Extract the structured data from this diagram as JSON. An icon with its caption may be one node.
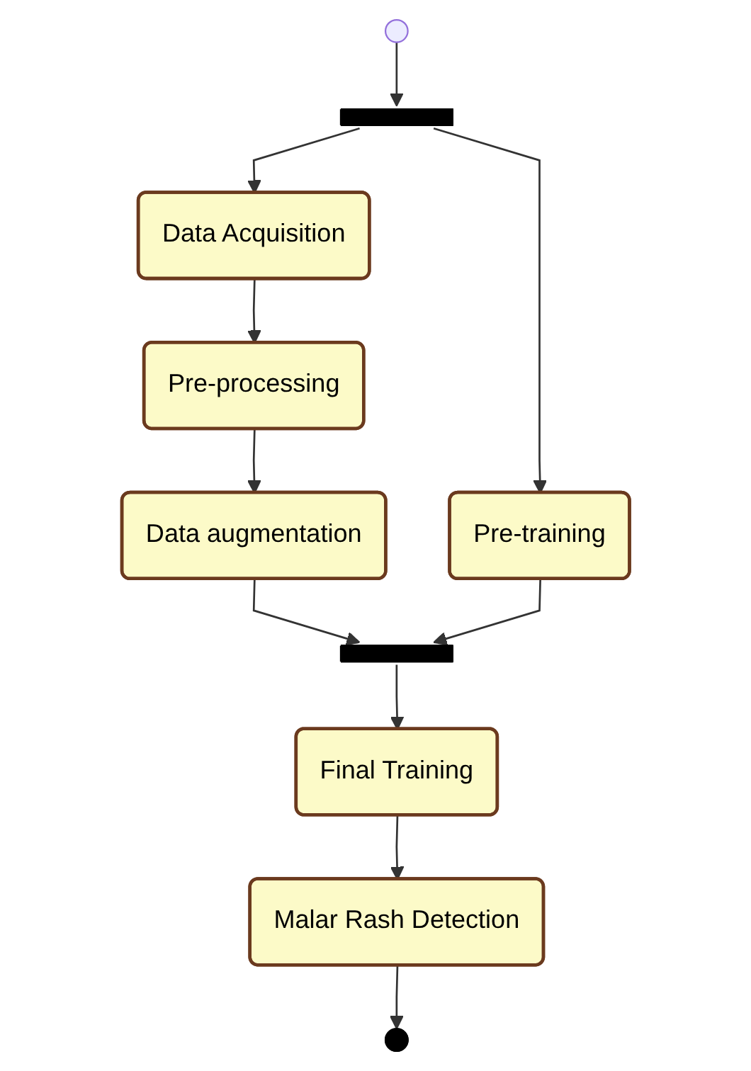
{
  "diagram": {
    "nodes": [
      {
        "text": [],
        "shape": "circle"
      },
      {
        "text": [],
        "shape": "bar"
      },
      {
        "text": [
          "Data Acquisition"
        ]
      },
      {
        "text": [
          "Pre-processing"
        ]
      },
      {
        "text": [
          "Data augmentation"
        ]
      },
      {
        "text": [
          "Pre-training"
        ]
      },
      {
        "text": [],
        "shape": "bar"
      },
      {
        "text": [
          "Final Training"
        ]
      },
      {
        "text": [
          "Malar Rash Detection"
        ]
      },
      {
        "text": [],
        "shape": "circle"
      }
    ],
    "edges": [
      {
        "from": 0,
        "to": 1,
        "arrow": "to"
      },
      {
        "from": 1,
        "to": 2,
        "arrow": "to"
      },
      {
        "from": 1,
        "to": 5,
        "arrow": "to"
      },
      {
        "from": 2,
        "to": 3,
        "arrow": "to"
      },
      {
        "from": 3,
        "to": 4,
        "arrow": "to"
      },
      {
        "from": 4,
        "to": 6,
        "arrow": "to"
      },
      {
        "from": 5,
        "to": 6,
        "arrow": "to"
      },
      {
        "from": 6,
        "to": 7,
        "arrow": "to"
      },
      {
        "from": 7,
        "to": 8,
        "arrow": "to"
      },
      {
        "from": 8,
        "to": 9,
        "arrow": "to"
      }
    ]
  }
}
